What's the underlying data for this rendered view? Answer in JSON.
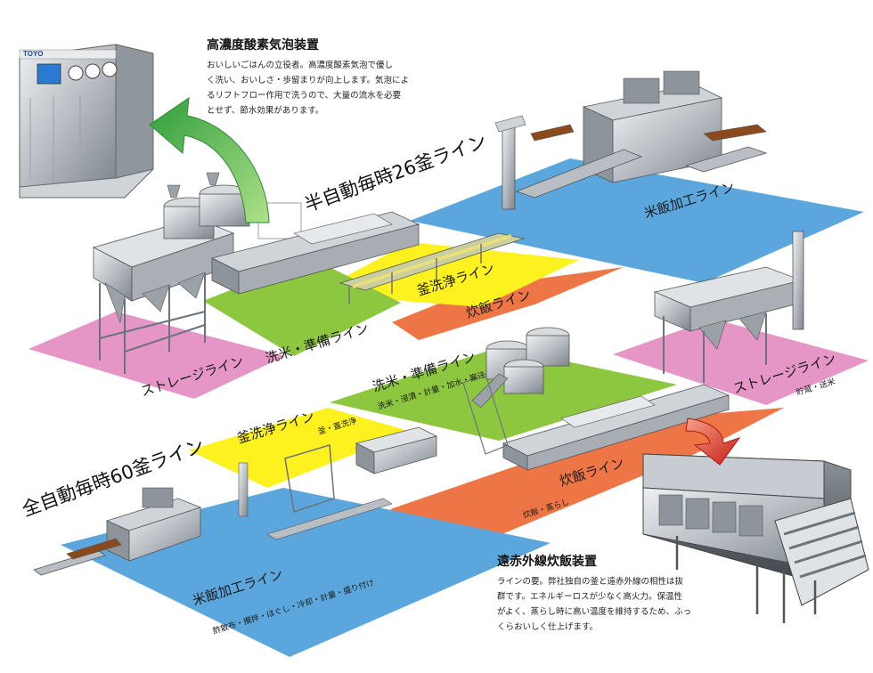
{
  "top_system": {
    "title": "半自動毎時26釜ライン",
    "zones": {
      "storage": "ストレージライン",
      "wash_prep": "洗米・準備ライン",
      "pot_wash": "釜洗浄ライン",
      "cooking": "炊飯ライン",
      "processing": "米飯加工ライン"
    }
  },
  "bottom_system": {
    "title": "全自動毎時60釜ライン",
    "zones": {
      "storage": {
        "title": "ストレージライン",
        "sub": "貯蔵・送米"
      },
      "wash_prep": {
        "title": "洗米・準備ライン",
        "sub": "洗米・浸漬・計量・加水・案注"
      },
      "pot_wash": {
        "title": "釜洗浄ライン",
        "sub": "釜・蓋洗浄"
      },
      "cooking": {
        "title": "炊飯ライン",
        "sub": "炊飯・蒸らし"
      },
      "processing": {
        "title": "米飯加工ライン",
        "sub": "酢散布・攪拌・ほぐし・冷却・計量・盛り付け"
      }
    }
  },
  "callouts": {
    "ozone": {
      "title": "高濃度酸素気泡装置",
      "lines": [
        "おいしいごはんの立役者。高濃度酸素気泡で優し",
        "く洗い、おいしさ・歩留まりが向上します。気泡によ",
        "るリフトフロー作用で洗うので、大量の流水を必要",
        "とせず、節水効果があります。"
      ]
    },
    "infrared": {
      "title": "遠赤外線炊飯装置",
      "lines": [
        "ラインの要。弊社独自の釜と遠赤外線の相性は抜",
        "群です。エネルギーロスが少なく高火力。保温性",
        "がよく、蒸らし時に高い温度を維持するため、ふっ",
        "くらおいしく仕上げます。"
      ]
    }
  },
  "machine_brand": "TOYO",
  "colors": {
    "pink": "#e596c6",
    "green": "#8dc63f",
    "yellow": "#fdf21f",
    "orange": "#ee7646",
    "blue": "#5ba7dd",
    "arrow_green": "#3aa935",
    "arrow_red": "#d9261c"
  }
}
